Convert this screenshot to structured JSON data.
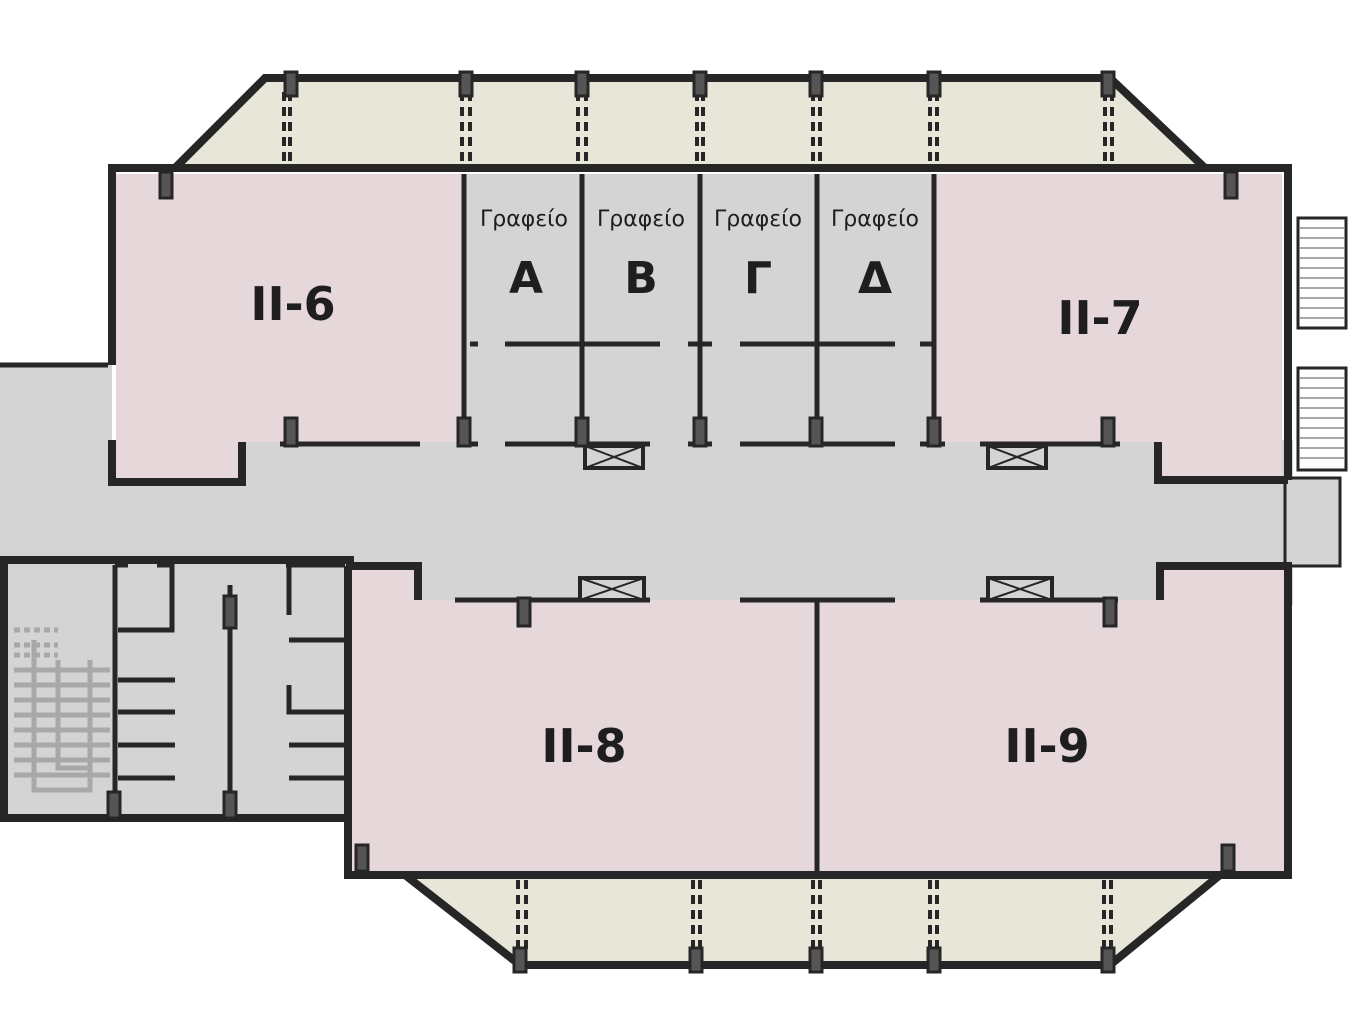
{
  "colors": {
    "balcony": "#e8e6d8",
    "apartment": "#e6d8da",
    "common_area": "#d4d4d4",
    "wall": "#262626",
    "column": "#555555"
  },
  "rooms": [
    {
      "id": "II-6",
      "label": "II-6"
    },
    {
      "id": "II-7",
      "label": "II-7"
    },
    {
      "id": "II-8",
      "label": "II-8"
    },
    {
      "id": "II-9",
      "label": "II-9"
    }
  ],
  "offices": [
    {
      "title": "Γραφείο",
      "letter": "Α"
    },
    {
      "title": "Γραφείο",
      "letter": "Β"
    },
    {
      "title": "Γραφείο",
      "letter": "Γ"
    },
    {
      "title": "Γραφείο",
      "letter": "Δ"
    }
  ]
}
